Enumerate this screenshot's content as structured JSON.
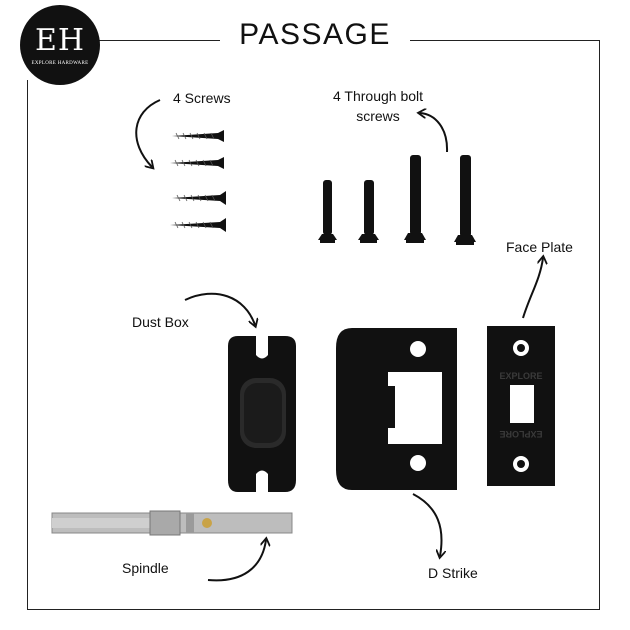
{
  "brand": {
    "monogram": "EH",
    "name": "EXPLORE HARDWARE"
  },
  "title": "PASSAGE",
  "labels": {
    "screws": "4 Screws",
    "through_bolt_line1": "4 Through bolt",
    "through_bolt_line2": "screws",
    "face_plate": "Face Plate",
    "dust_box": "Dust Box",
    "spindle": "Spindle",
    "d_strike": "D Strike"
  },
  "plate_engraving": "EXPLORE",
  "colors": {
    "hardware": "#111111",
    "frame": "#222222",
    "spindle": "#b9b9b9"
  }
}
